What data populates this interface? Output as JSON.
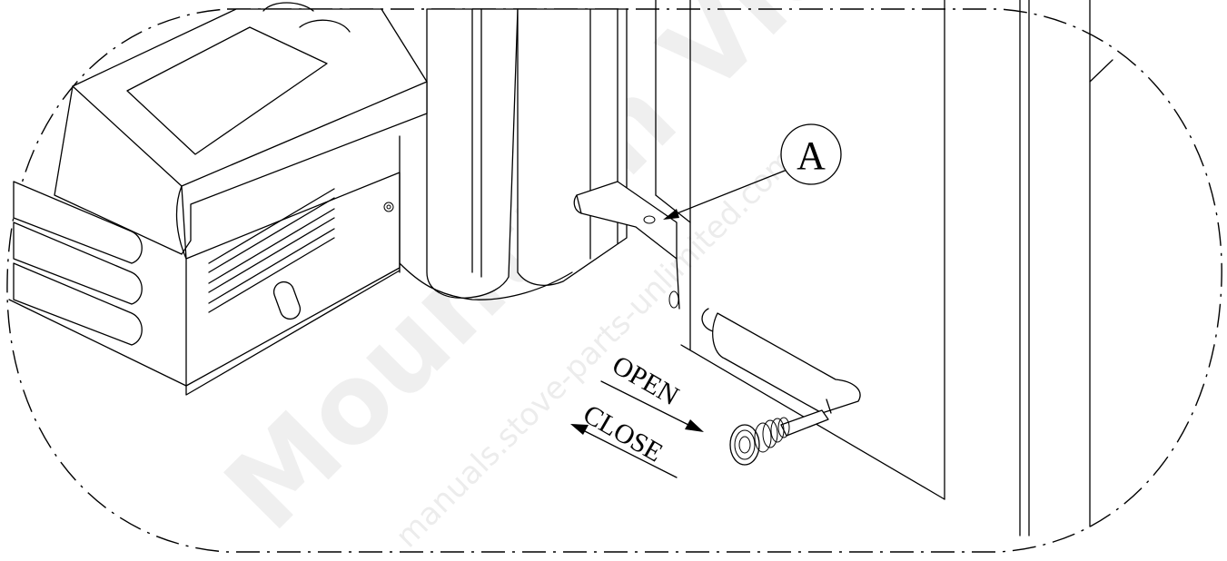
{
  "callout": {
    "label": "A"
  },
  "directions": {
    "open_label": "OPEN",
    "close_label": "CLOSE"
  },
  "watermark": {
    "brand_text": "Mountain View Hearth P",
    "site_text": "manuals.stove-parts-unlimited.com"
  }
}
